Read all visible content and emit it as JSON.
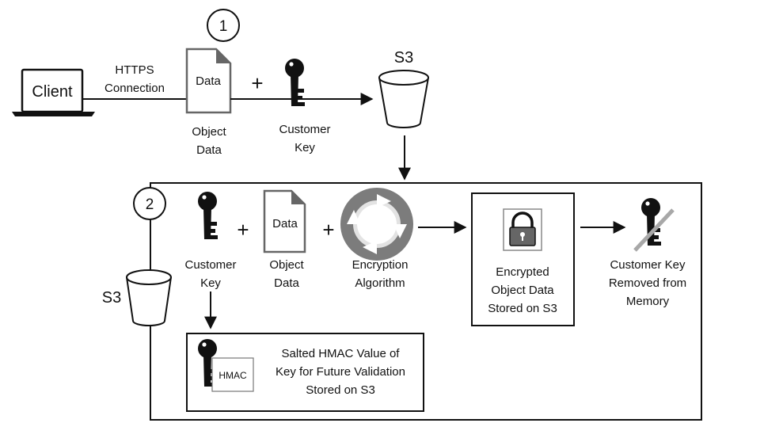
{
  "top": {
    "step_number": "1",
    "client_label": "Client",
    "connection_label": [
      "HTTPS",
      "Connection"
    ],
    "doc_text": "Data",
    "object_data_label": [
      "Object",
      "Data"
    ],
    "plus": "+",
    "customer_key_label": [
      "Customer",
      "Key"
    ],
    "bucket_label": "S3"
  },
  "bottom": {
    "step_number": "2",
    "bucket_label": "S3",
    "customer_key_label": [
      "Customer",
      "Key"
    ],
    "plus_1": "+",
    "doc_text": "Data",
    "object_data_label": [
      "Object",
      "Data"
    ],
    "plus_2": "+",
    "encryption_label": [
      "Encryption",
      "Algorithm"
    ],
    "encrypted_label": [
      "Encrypted",
      "Object Data",
      "Stored on S3"
    ],
    "removed_label": [
      "Customer Key",
      "Removed from",
      "Memory"
    ],
    "hmac_tag": "HMAC",
    "hmac_label": [
      "Salted HMAC Value of",
      "Key for Future Validation",
      "Stored on S3"
    ]
  }
}
